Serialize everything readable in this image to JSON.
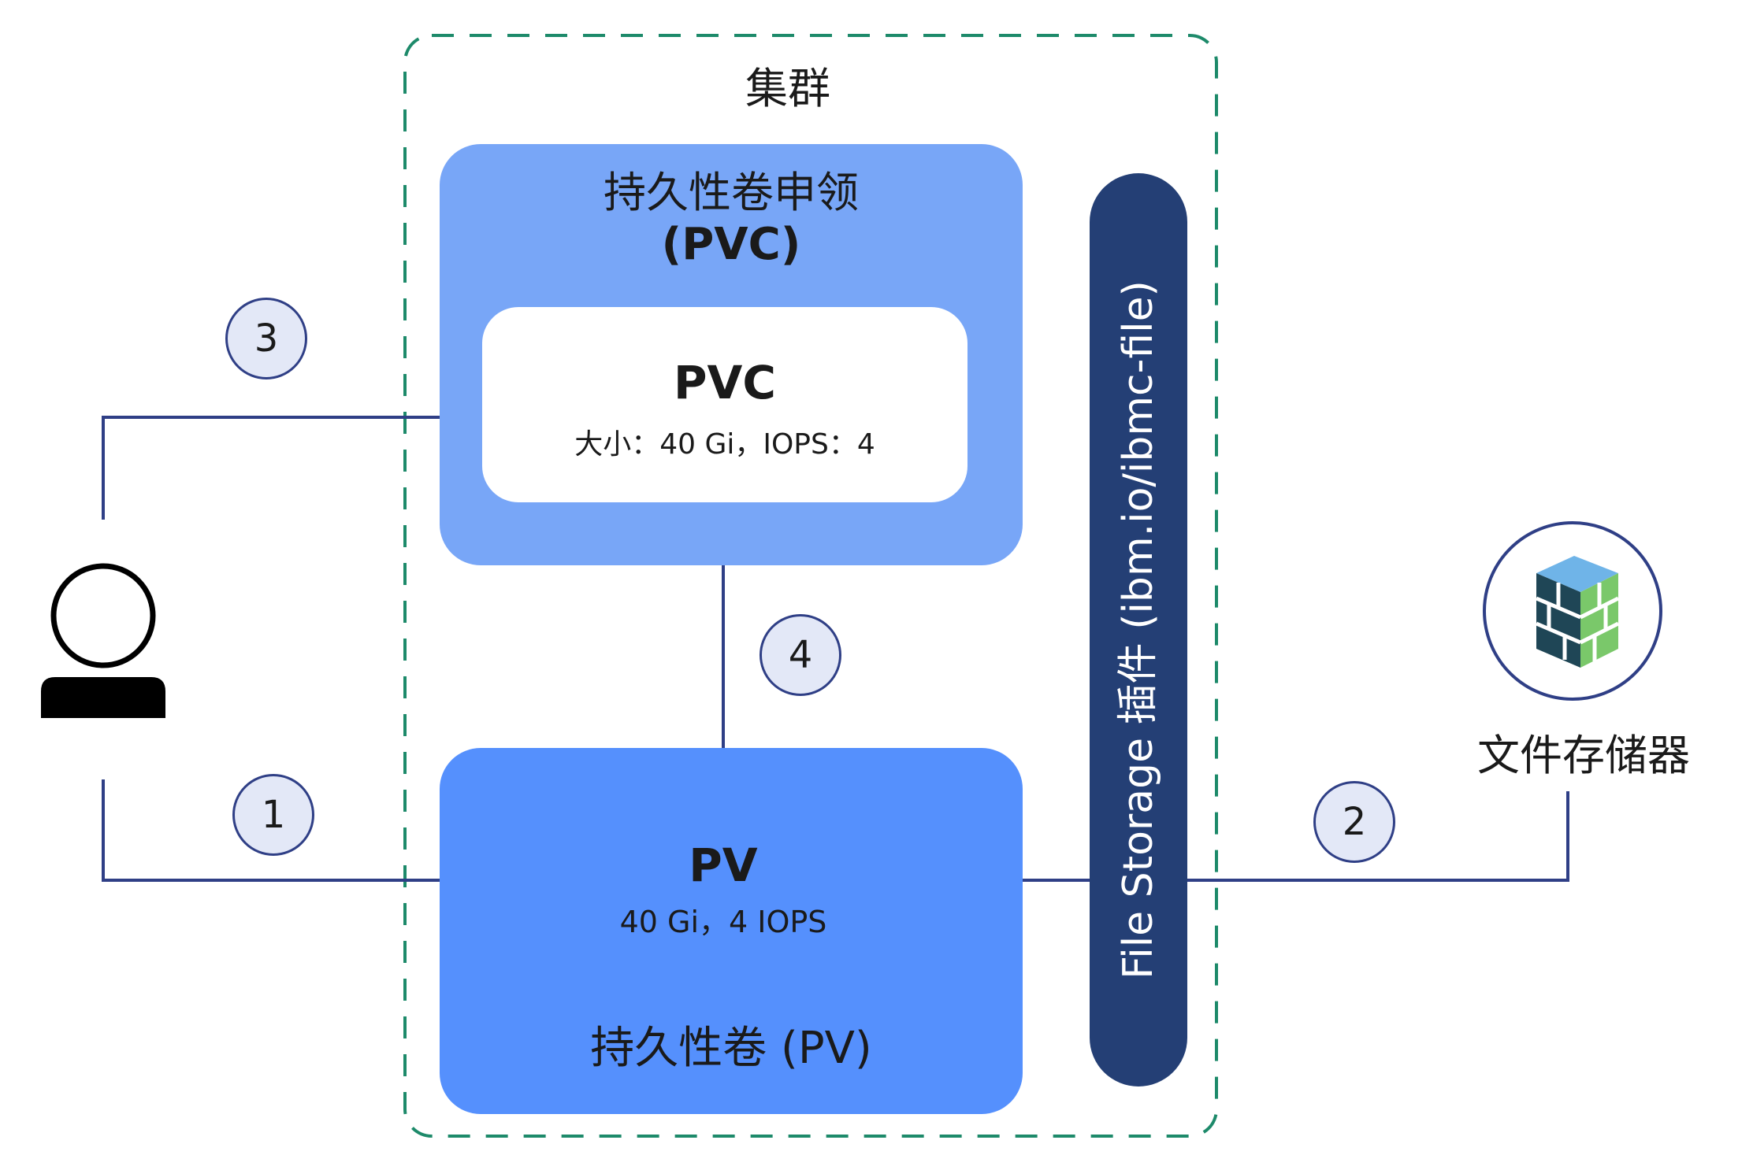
{
  "cluster": {
    "title": "集群"
  },
  "pvc": {
    "title": "持久性卷申领",
    "abbr": "(PVC)",
    "card_title": "PVC",
    "card_detail": "大小：40 Gi，IOPS：4"
  },
  "pv": {
    "title": "持久性卷 (PV)",
    "label": "PV",
    "detail": "40 Gi，4 IOPS"
  },
  "plugin": {
    "label": "File Storage 插件 (ibm.io/ibmc-file)"
  },
  "storage": {
    "label": "文件存储器"
  },
  "steps": {
    "s1": "1",
    "s2": "2",
    "s3": "3",
    "s4": "4"
  },
  "colors": {
    "pvc_box": "#78a6f7",
    "pv_box": "#5590fd",
    "plugin_bar": "#243f75",
    "connector": "#2f3f86",
    "cluster_border": "#1d8a6a",
    "step_fill": "#e3e8f7"
  },
  "icons": {
    "user": "user-icon",
    "storage": "storage-icon"
  }
}
